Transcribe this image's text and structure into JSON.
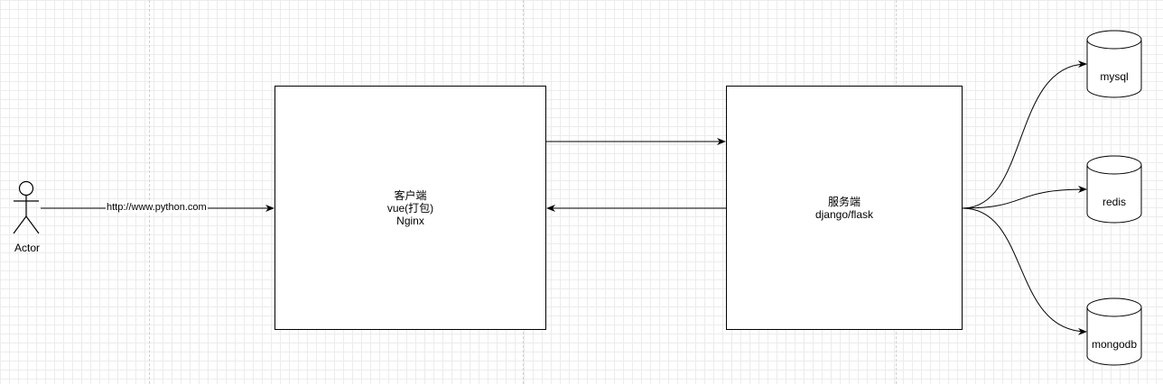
{
  "actor": {
    "label": "Actor"
  },
  "edge_label": "http://www.python.com",
  "client_box": {
    "lines": [
      "客户端",
      "vue(打包)",
      "Nginx"
    ]
  },
  "server_box": {
    "lines": [
      "服务端",
      "django/flask"
    ]
  },
  "databases": [
    {
      "label": "mysql"
    },
    {
      "label": "redis"
    },
    {
      "label": "mongodb"
    }
  ]
}
